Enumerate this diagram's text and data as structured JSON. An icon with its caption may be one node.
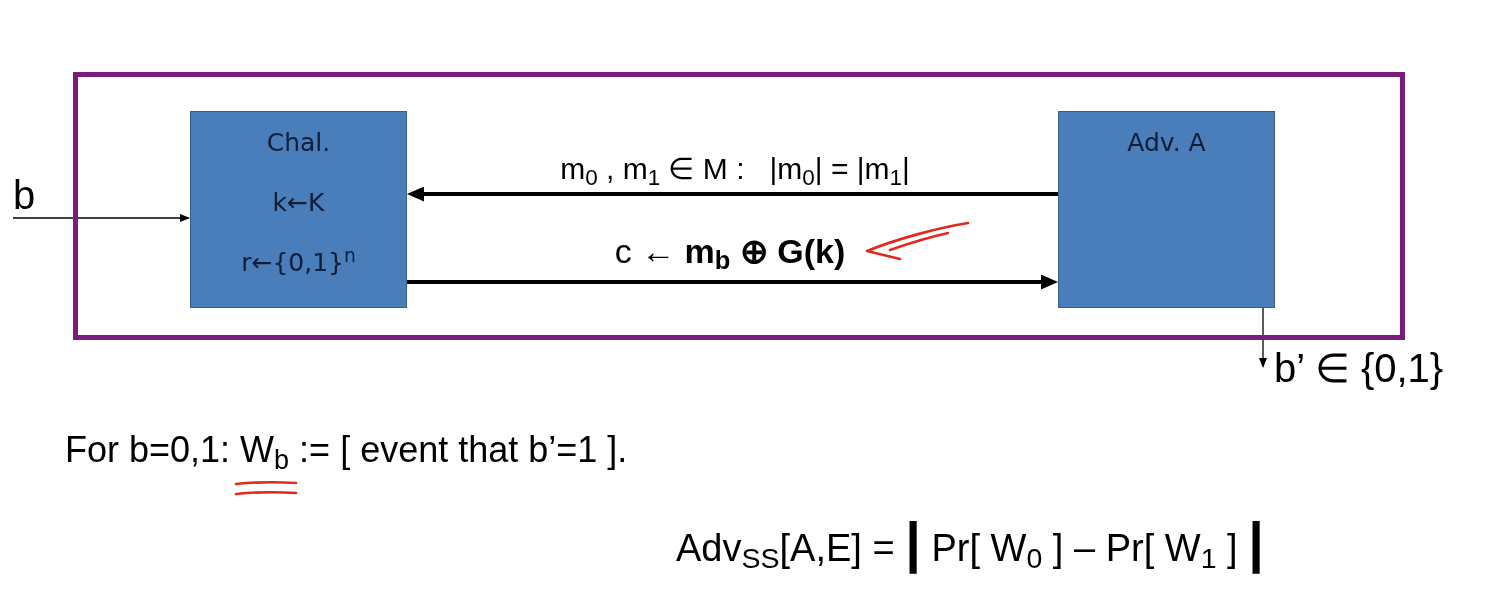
{
  "diagram": {
    "nodes": [
      {
        "text": [],
        "shape": "box"
      },
      {
        "text": [
          "Chal.",
          "k←K",
          "r←{0,1}$^{n}$"
        ],
        "in": 0
      },
      {
        "text": [
          "Adv. A"
        ],
        "in": 0
      },
      {
        "text": [
          "b"
        ]
      },
      {
        "text": [
          "b’ ∈ {0,1}"
        ]
      }
    ],
    "edges": [
      {
        "from": 2,
        "to": 1,
        "arrow": "to",
        "label": "m$_{0}$ , m$_{1}$ ∈ M :   |m$_{0}$| = |m$_{1}$|",
        "style": "thick"
      },
      {
        "from": 1,
        "to": 2,
        "arrow": "to",
        "label": "c ← **m$_{b}$ ⊕ G(k)**",
        "style": "thick"
      },
      {
        "from": 3,
        "to": 1,
        "arrow": "to"
      },
      {
        "from": 2,
        "to": 4,
        "arrow": "to"
      }
    ],
    "labels": [
      "For b=0,1: W$_{b}$ := [ event that b’=1 ].",
      "Adv$_{SS}$[A,E] = **|** Pr[ W$_{0}$ ] – Pr[ W$_{1}$ ] **|**"
    ]
  }
}
